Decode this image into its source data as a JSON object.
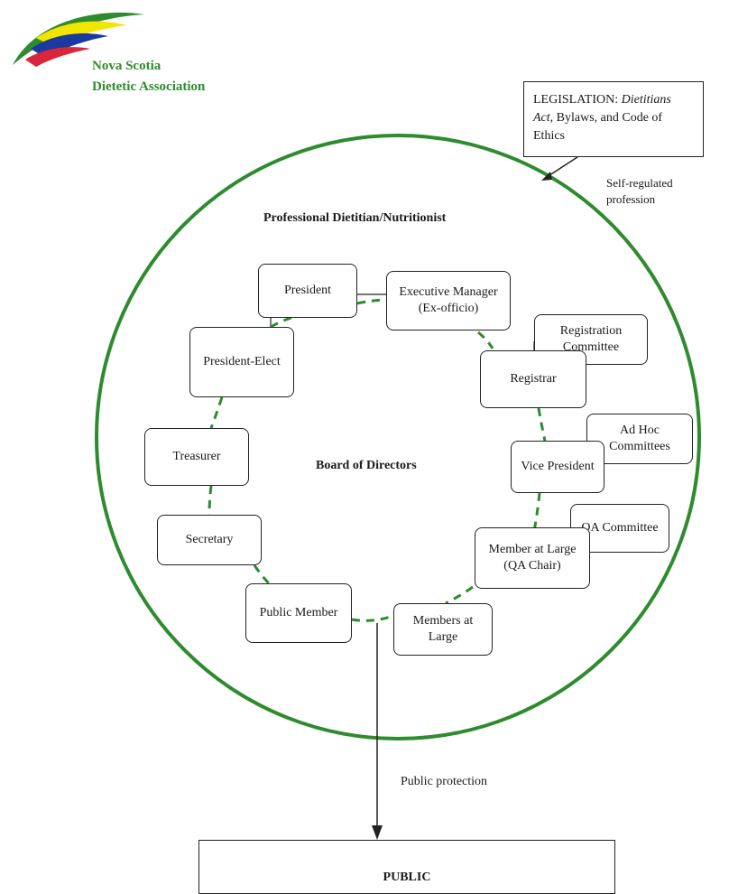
{
  "brand": {
    "line1": "Nova Scotia",
    "line2": "Dietetic Association",
    "colors": {
      "green": "#2e8b2e",
      "yellow": "#f2e600",
      "blue": "#1a3aa0",
      "red": "#d9263a"
    }
  },
  "legislation": {
    "prefix": "LEGISLATION:  ",
    "italic1": "Dietitians",
    "italic2": "Act",
    "rest": ", Bylaws, and Code of Ethics"
  },
  "labels": {
    "self_regulated": "Self-regulated profession",
    "professional": "Professional Dietitian/Nutritionist",
    "board": "Board of Directors",
    "public_protection": "Public protection",
    "public": "PUBLIC"
  },
  "nodes": {
    "president": "President",
    "executive_manager": "Executive Manager (Ex-officio)",
    "president_elect": "President-Elect",
    "registration_committee": "Registration Committee",
    "registrar": "Registrar",
    "treasurer": "Treasurer",
    "vice_president": "Vice President",
    "ad_hoc": "Ad Hoc Committees",
    "secretary": "Secretary",
    "member_large_qa": "Member at Large (QA Chair)",
    "qa_committee": "QA Committee",
    "public_member": "Public Member",
    "members_large": "Members at Large"
  },
  "colors": {
    "circle": "#2e8b2e",
    "dash": "#2e8b2e",
    "line": "#222222"
  }
}
